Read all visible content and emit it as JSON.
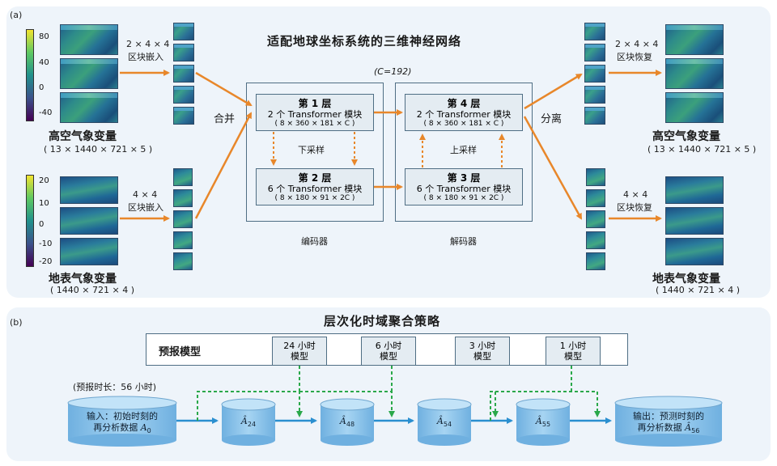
{
  "panel_a": {
    "tag": "(a)",
    "title": "适配地球坐标系统的三维神经网络",
    "c_value": "(C=192)",
    "upper_left": {
      "embed_line1": "2 × 4 × 4",
      "embed_line2": "区块嵌入",
      "name": "高空气象变量",
      "dims": "( 13 × 1440 × 721 × 5 )",
      "colorbar_ticks": [
        "80",
        "40",
        "0",
        "-40"
      ]
    },
    "lower_left": {
      "embed_line1": "4 × 4",
      "embed_line2": "区块嵌入",
      "name": "地表气象变量",
      "dims": "( 1440 × 721 × 4 )",
      "colorbar_ticks": [
        "20",
        "10",
        "0",
        "-10",
        "-20"
      ]
    },
    "merge": "合并",
    "split": "分离",
    "layers": [
      {
        "title": "第 1 层",
        "line": "2 个 Transformer 模块",
        "dims": "( 8 × 360 × 181 × C )"
      },
      {
        "title": "第 2 层",
        "line": "6 个 Transformer 模块",
        "dims": "( 8 × 180 × 91 × 2C )"
      },
      {
        "title": "第 3 层",
        "line": "6 个 Transformer 模块",
        "dims": "( 8 × 180 × 91 × 2C )"
      },
      {
        "title": "第 4 层",
        "line": "2 个 Transformer 模块",
        "dims": "( 8 × 360 × 181 × C )"
      }
    ],
    "downsample": "下采样",
    "upsample": "上采样",
    "encoder": "编码器",
    "decoder": "解码器",
    "upper_right": {
      "recover_line1": "2 × 4 × 4",
      "recover_line2": "区块恢复",
      "name": "高空气象变量",
      "dims": "( 13 × 1440 × 721 × 5 )"
    },
    "lower_right": {
      "recover_line1": "4 × 4",
      "recover_line2": "区块恢复",
      "name": "地表气象变量",
      "dims": "( 1440 × 721 × 4 )"
    }
  },
  "panel_b": {
    "tag": "(b)",
    "title": "层次化时域聚合策略",
    "forecast_models_label": "预报模型",
    "models": [
      {
        "line1": "24 小时",
        "line2": "模型"
      },
      {
        "line1": "6 小时",
        "line2": "模型"
      },
      {
        "line1": "3 小时",
        "line2": "模型"
      },
      {
        "line1": "1 小时",
        "line2": "模型"
      }
    ],
    "lead_time": "(预报时长：56 小时)",
    "input_line1": "输入：初始时刻的",
    "input_line2": "再分析数据",
    "input_sym": "A",
    "input_sub": "0",
    "states": [
      {
        "sym": "Â",
        "sub": "24"
      },
      {
        "sym": "Â",
        "sub": "48"
      },
      {
        "sym": "Â",
        "sub": "54"
      },
      {
        "sym": "Â",
        "sub": "55"
      }
    ],
    "output_line1": "输出：预测时刻的",
    "output_line2": "再分析数据",
    "output_sym": "Â",
    "output_sub": "56"
  },
  "colors": {
    "panel_bg": "#eef4fa",
    "orange_arrow": "#e8872a",
    "blue_arrow": "#2a8fd0",
    "green_dashed": "#2aa84a",
    "box_border": "#4f6e84",
    "cylinder": "#8fc3ea"
  }
}
